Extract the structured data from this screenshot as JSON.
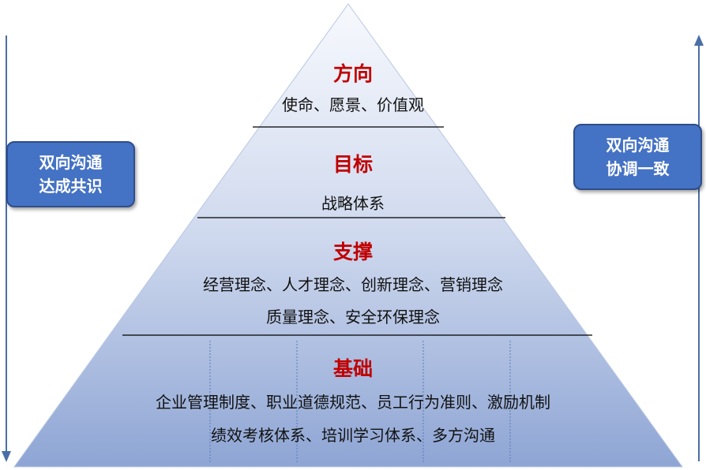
{
  "pyramid": {
    "levels": [
      {
        "title": "方向",
        "lines": [
          "使命、愿景、价值观"
        ]
      },
      {
        "title": "目标",
        "lines": [
          "战略体系"
        ]
      },
      {
        "title": "支撑",
        "lines": [
          "经营理念、人才理念、创新理念、营销理念",
          "质量理念、安全环保理念"
        ]
      },
      {
        "title": "基础",
        "lines": [
          "企业管理制度、职业道德规范、员工行为准则、激励机制",
          "绩效考核体系、培训学习体系、多方沟通"
        ]
      }
    ]
  },
  "left_box": {
    "line1": "双向沟通",
    "line2": "达成共识"
  },
  "right_box": {
    "line1": "双向沟通",
    "line2": "协调一致"
  },
  "colors": {
    "title": "#c00000",
    "box_fill": "#4472c4",
    "arrow": "#4a6fa5",
    "pyramid_top": "#f4f7fc",
    "pyramid_bottom": "#8fa6d4"
  }
}
